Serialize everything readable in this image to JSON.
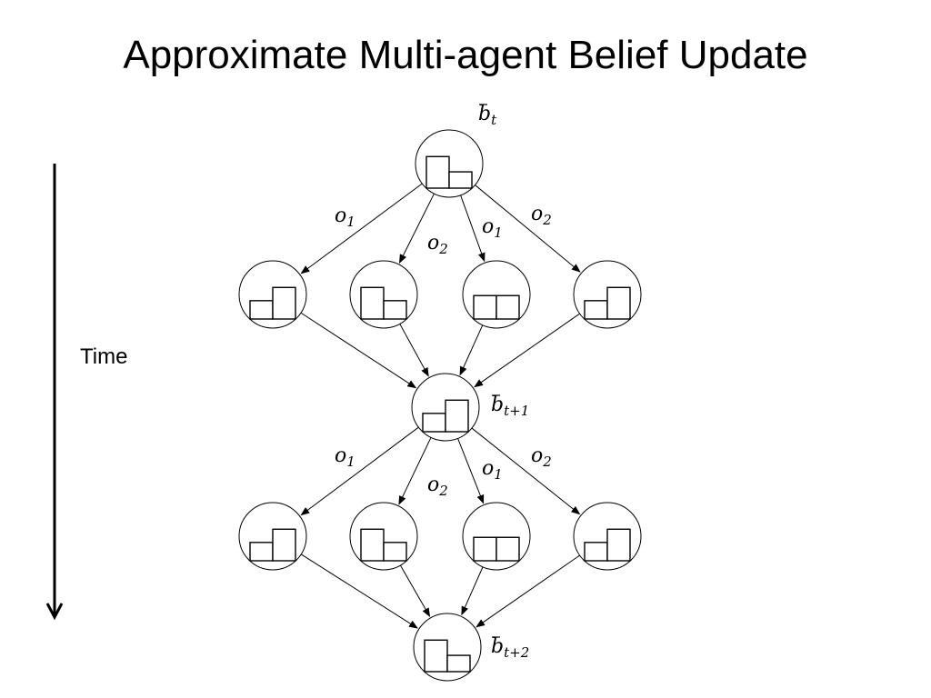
{
  "slide": {
    "title": "Approximate Multi-agent Belief Update",
    "time_label": "Time"
  },
  "diagram": {
    "belief_nodes": [
      {
        "id": "b_t",
        "base": "b",
        "sub": "t",
        "bars": [
          0.62,
          0.32
        ]
      },
      {
        "id": "b_t1",
        "base": "b",
        "sub": "t+1",
        "bars": [
          0.36,
          0.62
        ]
      },
      {
        "id": "b_t2",
        "base": "b",
        "sub": "t+2",
        "bars": [
          0.62,
          0.32
        ]
      }
    ],
    "observation_nodes": [
      [
        {
          "bars": [
            0.36,
            0.62
          ]
        },
        {
          "bars": [
            0.62,
            0.36
          ]
        },
        {
          "bars": [
            0.46,
            0.46
          ]
        },
        {
          "bars": [
            0.36,
            0.62
          ]
        }
      ],
      [
        {
          "bars": [
            0.36,
            0.62
          ]
        },
        {
          "bars": [
            0.62,
            0.36
          ]
        },
        {
          "bars": [
            0.46,
            0.46
          ]
        },
        {
          "bars": [
            0.36,
            0.62
          ]
        }
      ]
    ],
    "edge_labels": [
      {
        "base": "o",
        "sub": "1"
      },
      {
        "base": "o",
        "sub": "2"
      },
      {
        "base": "o",
        "sub": "1"
      },
      {
        "base": "o",
        "sub": "2"
      }
    ]
  }
}
